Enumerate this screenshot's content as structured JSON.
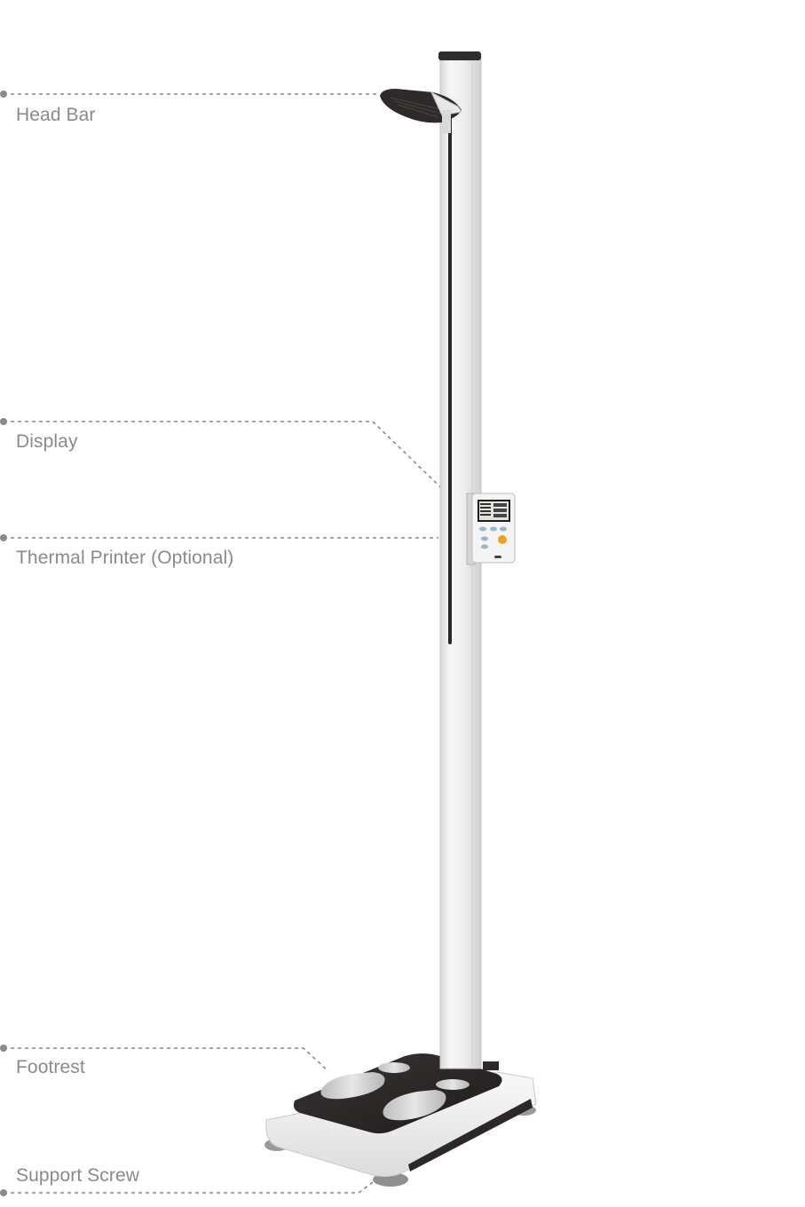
{
  "callouts": [
    {
      "id": "head_bar",
      "label": "Head Bar"
    },
    {
      "id": "display",
      "label": "Display"
    },
    {
      "id": "thermal_printer",
      "label": "Thermal Printer (Optional)"
    },
    {
      "id": "footrest",
      "label": "Footrest"
    },
    {
      "id": "support_screw",
      "label": "Support Screw"
    }
  ],
  "colors": {
    "label_text": "#8a8a8a",
    "leader_line": "#8a8a8a",
    "pillar": "#ececec",
    "platform_dark": "#2e2a29",
    "platform_base": "#f2f2f2",
    "button_accent": "#f2a11f"
  }
}
